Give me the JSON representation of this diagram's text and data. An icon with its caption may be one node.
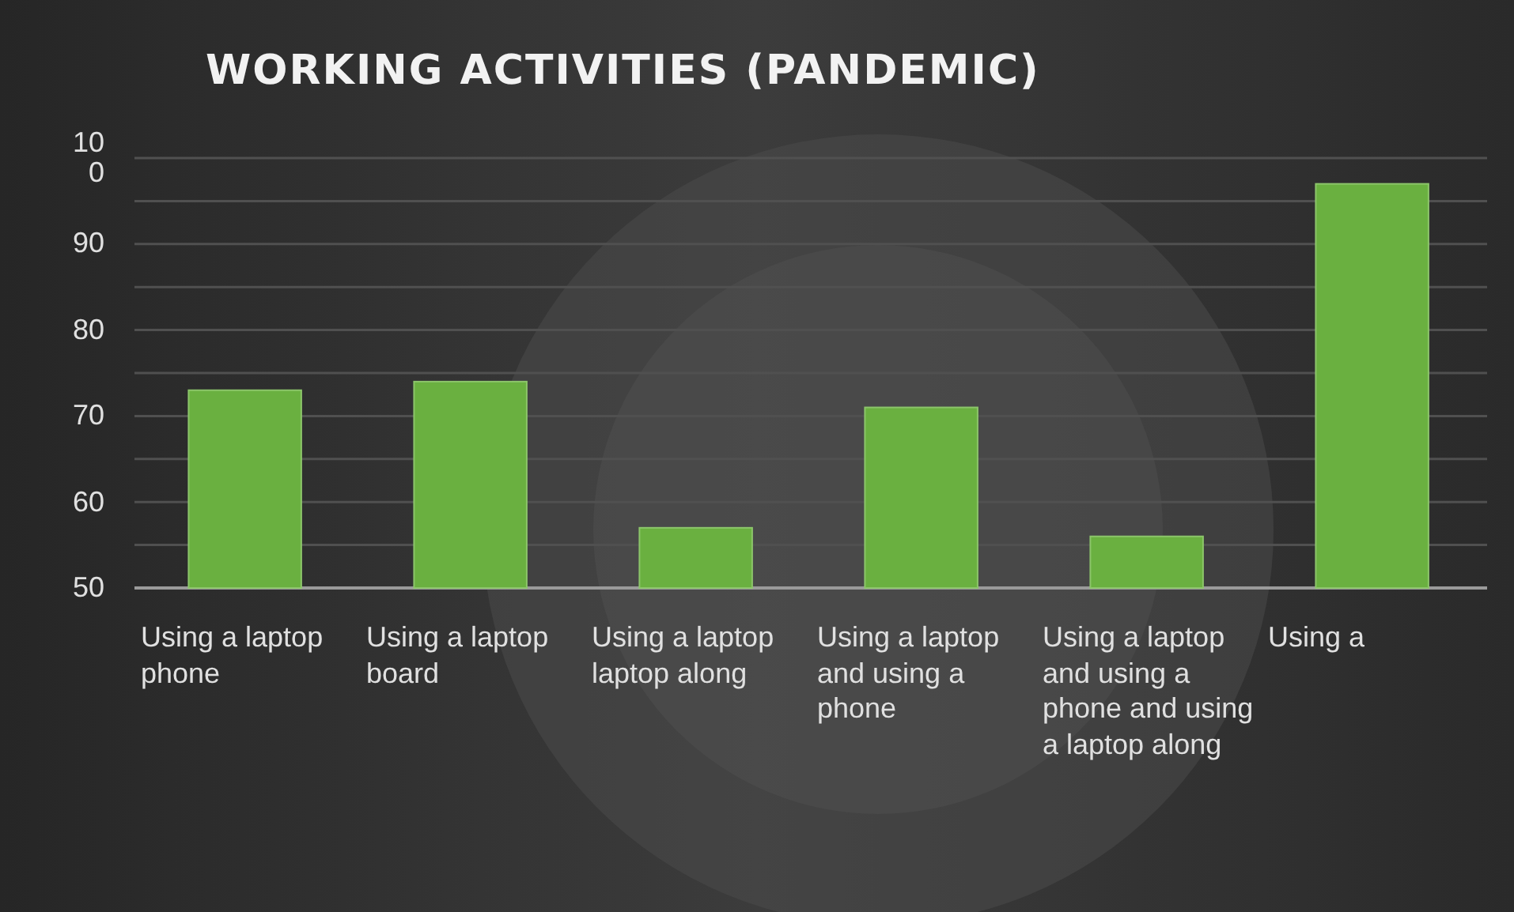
{
  "diagram": {
    "title": "WORKING ACTIVITIES (PANDEMIC)",
    "chart_data": {
      "type": "bar",
      "categories": [
        "Using a laptop phone",
        "Using a laptop board",
        "Using a laptop laptop along",
        "Using a laptop and using a phone",
        "Using a laptop and using a phone and using a laptop along",
        "Using a"
      ],
      "series": [
        {
          "color": "#6ab040",
          "values": [
            73,
            74,
            57,
            71,
            56,
            97
          ]
        }
      ],
      "ylim": [
        50,
        100
      ],
      "grid": true,
      "yticks": [
        50,
        60,
        70,
        80,
        90,
        100
      ]
    }
  }
}
